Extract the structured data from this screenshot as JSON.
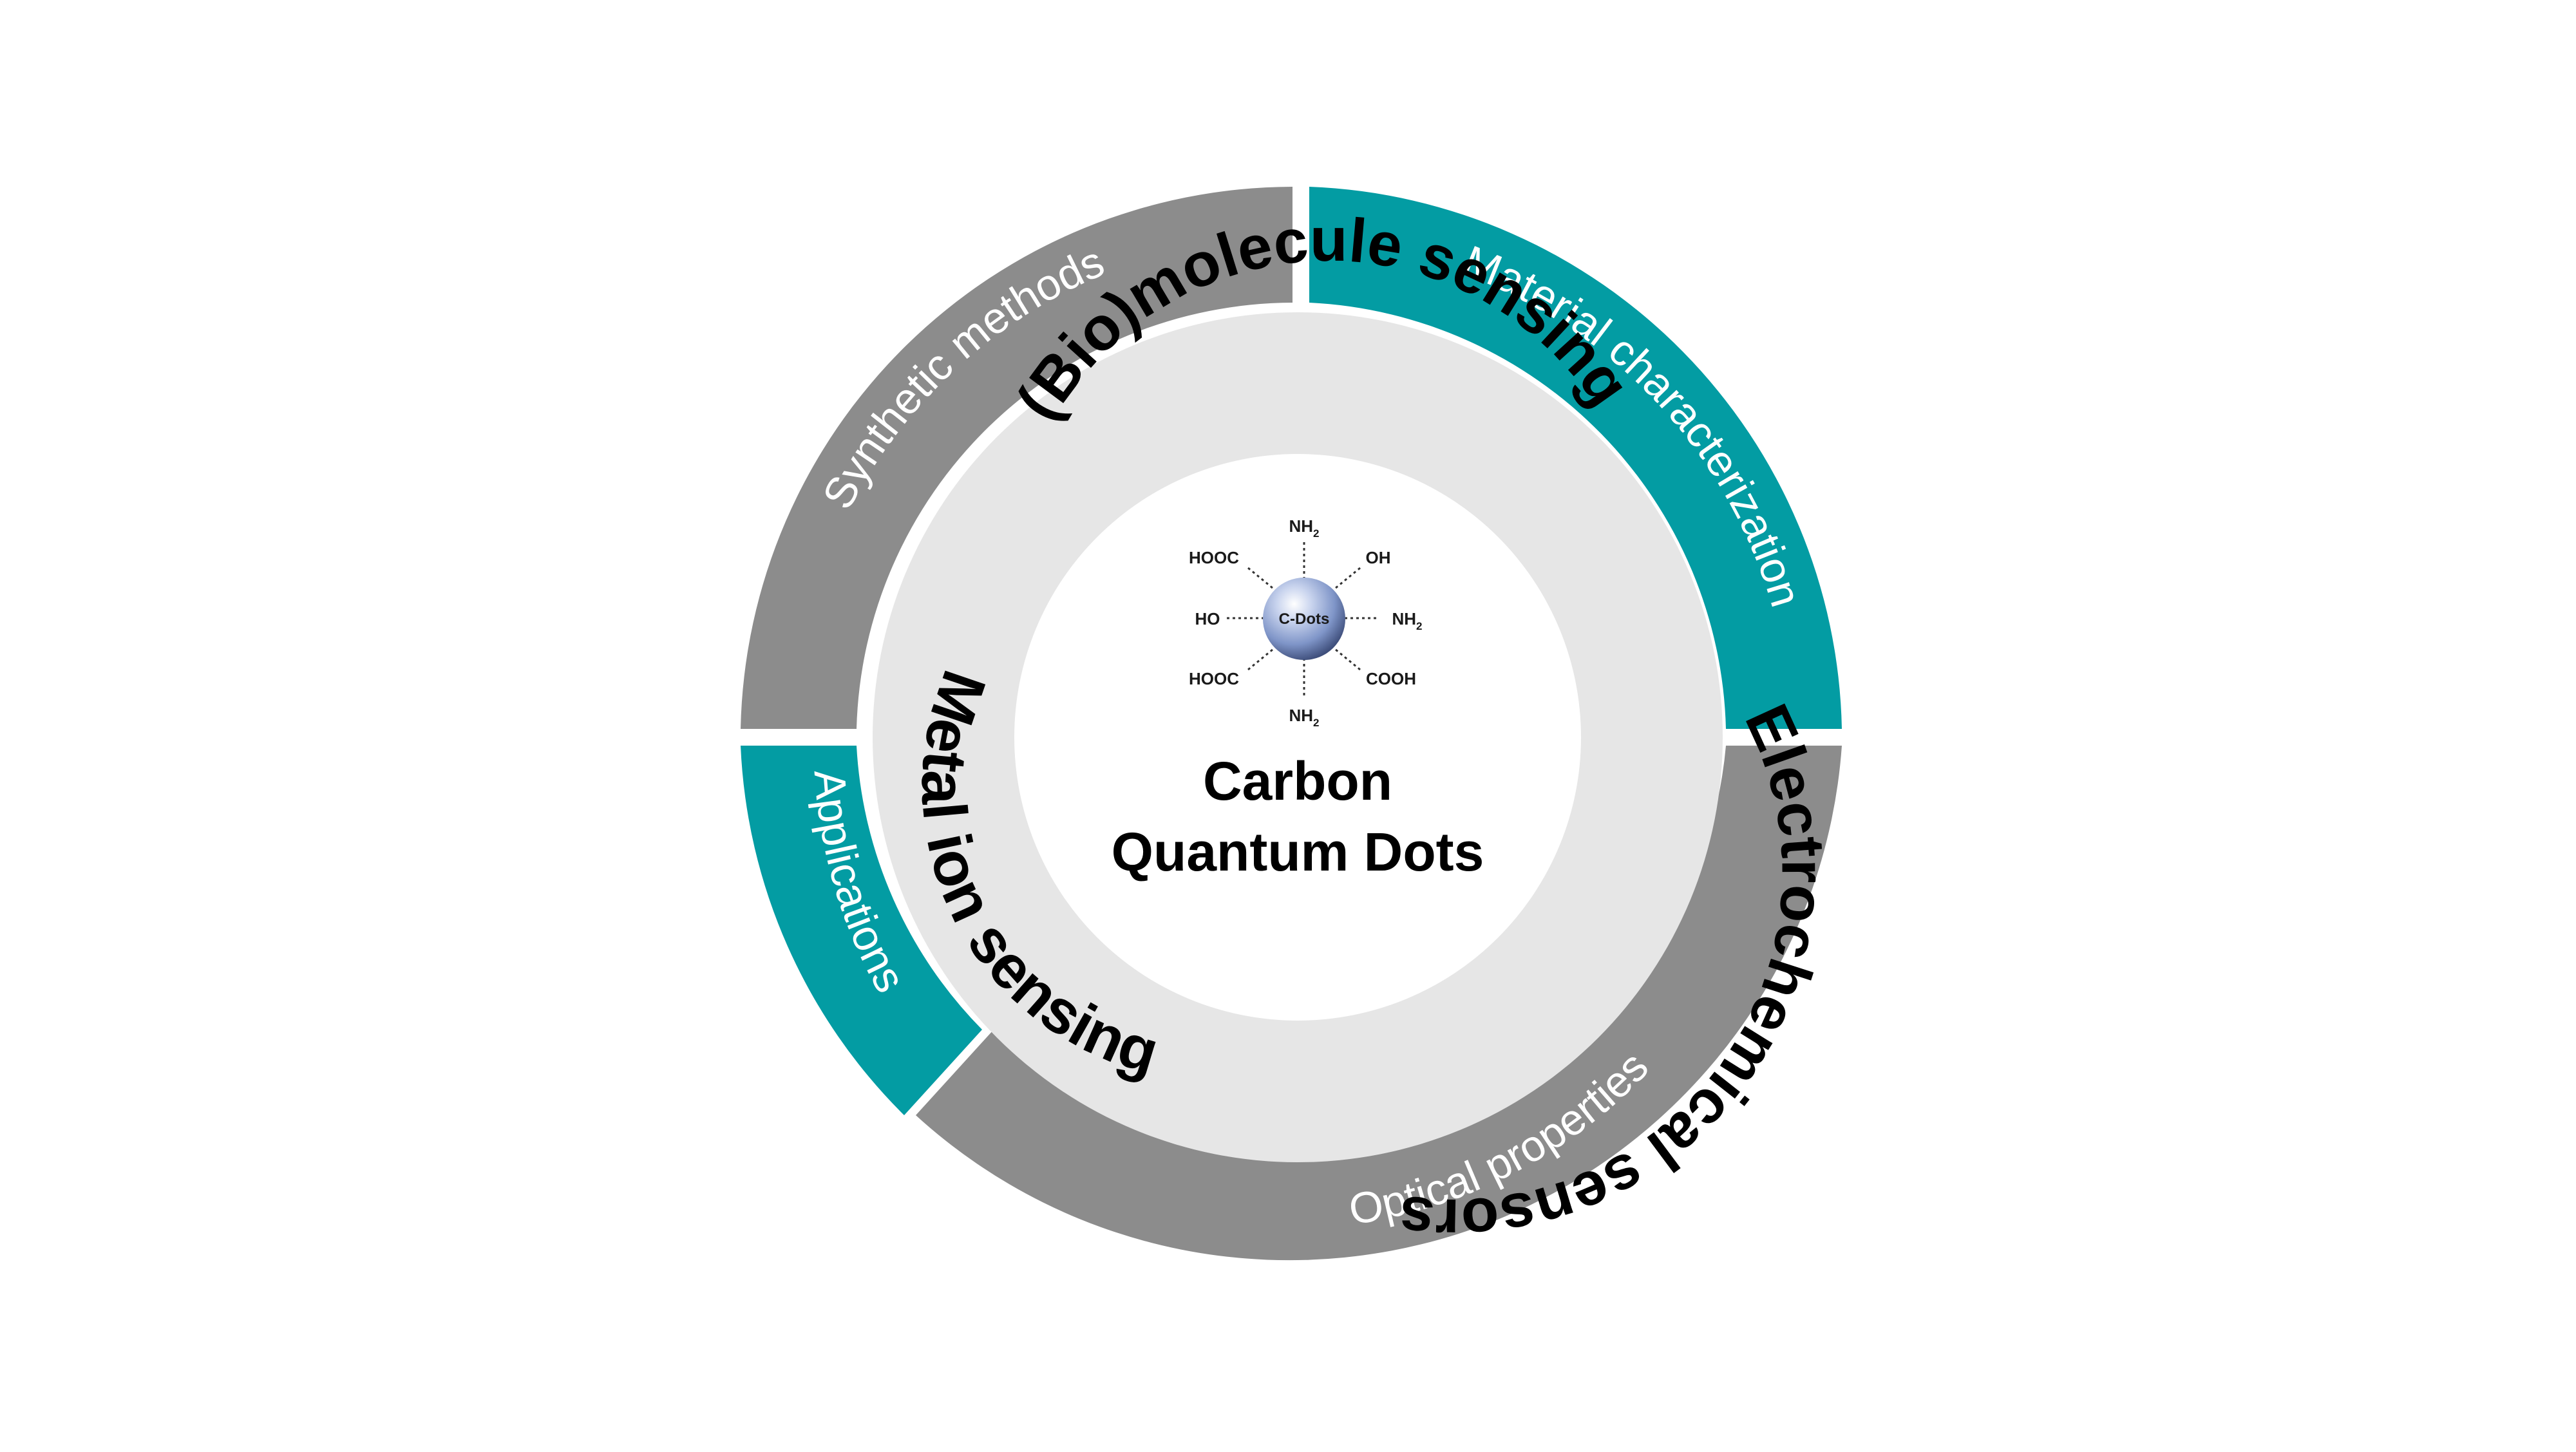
{
  "colors": {
    "gray_segment": "#8c8c8c",
    "teal_segment": "#039ca3",
    "inner_ring": "#e6e6e6",
    "center_disc": "#ffffff",
    "sphere": "#7f95c8"
  },
  "outer_ring": {
    "synthetic_methods": "Synthetic methods",
    "material_characterization": "Material characterization",
    "optical_properties": "Optical properties",
    "applications": "Applications"
  },
  "inner_ring": {
    "biomolecule_sensing": "(Bio)molecule sensing",
    "electrochemical_sensors": "Electrochemical sensors",
    "metal_ion_sensing": "Metal ion sensing"
  },
  "center": {
    "title_line1": "Carbon",
    "title_line2": "Quantum Dots",
    "particle_label": "C-Dots",
    "functional_groups": {
      "top": "NH",
      "top_sub": "2",
      "bottom": "NH",
      "bottom_sub": "2",
      "right": "NH",
      "right_sub": "2",
      "left": "HO",
      "upper_left": "HOOC",
      "upper_right": "OH",
      "lower_left": "HOOC",
      "lower_right": "COOH"
    }
  }
}
